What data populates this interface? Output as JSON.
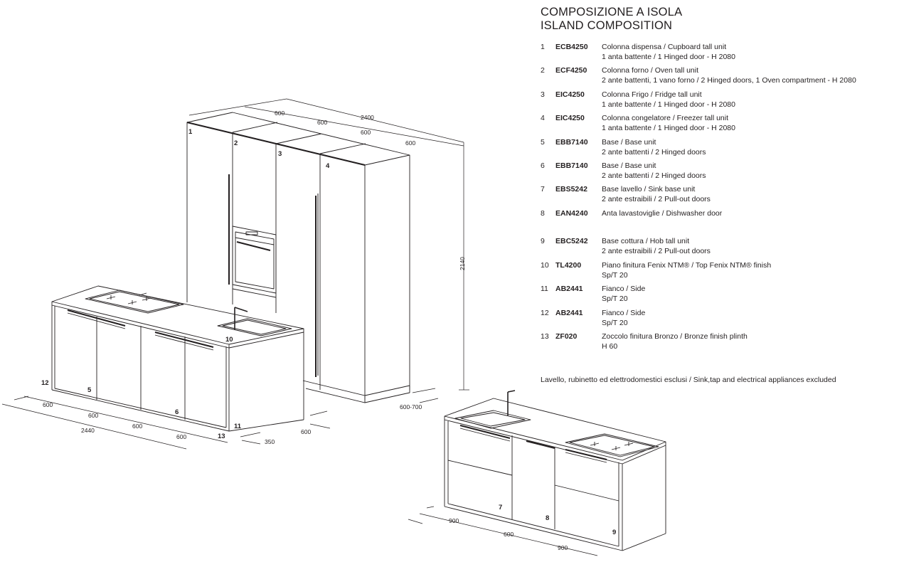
{
  "title_it": "COMPOSIZIONE A ISOLA",
  "title_en": "ISLAND COMPOSITION",
  "legend": [
    {
      "n": "1",
      "code": "ECB4250",
      "l1": "Colonna dispensa / Cupboard tall unit",
      "l2": "1 anta battente / 1 Hinged door -  H 2080"
    },
    {
      "n": "2",
      "code": "ECF4250",
      "l1": "Colonna forno / Oven tall unit",
      "l2": "2 ante battenti, 1 vano forno / 2 Hinged doors, 1 Oven compartment -  H 2080"
    },
    {
      "n": "3",
      "code": "EIC4250",
      "l1": "Colonna Frigo / Fridge tall unit",
      "l2": "1 ante battente / 1 Hinged door -  H 2080"
    },
    {
      "n": "4",
      "code": "EIC4250",
      "l1": "Colonna congelatore / Freezer tall unit",
      "l2": "1 anta battente / 1 Hinged door -  H 2080"
    },
    {
      "n": "5",
      "code": "EBB7140",
      "l1": "Base / Base unit",
      "l2": "2 ante battenti / 2 Hinged doors"
    },
    {
      "n": "6",
      "code": "EBB7140",
      "l1": "Base / Base unit",
      "l2": "2 ante battenti / 2 Hinged doors"
    },
    {
      "n": "7",
      "code": "EBS5242",
      "l1": "Base lavello / Sink base unit",
      "l2": "2 ante estraibili / 2 Pull-out doors"
    },
    {
      "n": "8",
      "code": "EAN4240",
      "l1": "Anta lavastoviglie / Dishwasher door",
      "l2": ""
    },
    {
      "n": "9",
      "code": "EBC5242",
      "l1": "Base cottura / Hob tall unit",
      "l2": "2 ante estraibili / 2 Pull-out doors"
    },
    {
      "n": "10",
      "code": "TL4200",
      "l1": "Piano finitura Fenix NTM® / Top Fenix NTM® finish",
      "l2": " Sp/T 20"
    },
    {
      "n": "11",
      "code": "AB2441",
      "l1": "Fianco / Side",
      "l2": " Sp/T 20"
    },
    {
      "n": "12",
      "code": "AB2441",
      "l1": "Fianco / Side",
      "l2": "Sp/T 20"
    },
    {
      "n": "13",
      "code": "ZF020",
      "l1": "Zoccolo finitura Bronzo / Bronze finish plinth",
      "l2": "H 60"
    }
  ],
  "footnote": "Lavello, rubinetto ed elettrodomestici esclusi / Sink,tap and electrical appliances excluded",
  "drawing": {
    "labels": {
      "l1": "1",
      "l2": "2",
      "l3": "3",
      "l4": "4",
      "l5": "5",
      "l6": "6",
      "l7": "7",
      "l8": "8",
      "l9": "9",
      "l10": "10",
      "l11": "11",
      "l12": "12",
      "l13": "13"
    },
    "dims": {
      "tall_600a": "600",
      "tall_2400": "2400",
      "tall_600b": "600",
      "tall_600c": "600",
      "tall_600d": "600",
      "tall_2140": "2140",
      "tall_depth": "600-700",
      "isl_600a": "600",
      "isl_600b": "600",
      "isl_600c": "600",
      "isl_600d": "600",
      "isl_2440": "2440",
      "isl_350": "350",
      "isl_600e": "600",
      "back_900a": "900",
      "back_600": "600",
      "back_900b": "900"
    }
  }
}
